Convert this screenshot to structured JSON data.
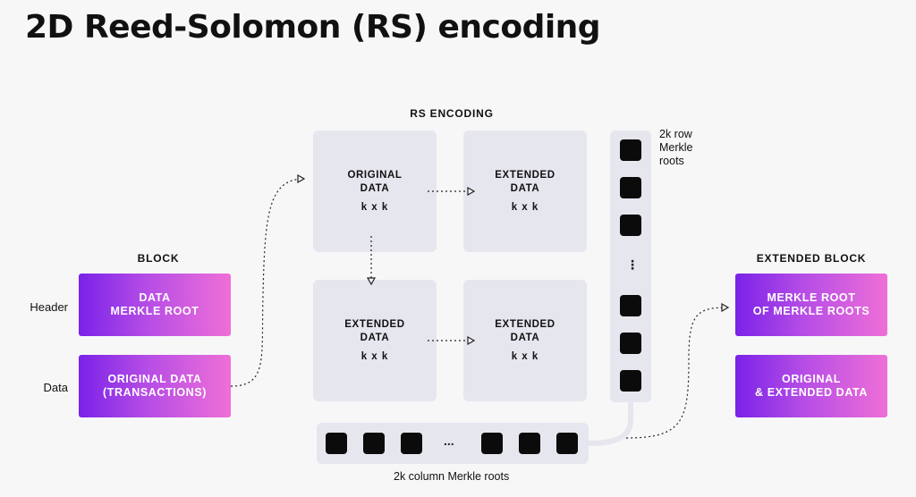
{
  "title": "2D Reed-Solomon (RS) encoding",
  "block": {
    "label": "BLOCK",
    "header_label": "Header",
    "data_label": "Data",
    "header_box": [
      "DATA",
      "MERKLE ROOT"
    ],
    "data_box": [
      "ORIGINAL DATA",
      "(TRANSACTIONS)"
    ]
  },
  "rs": {
    "label": "RS ENCODING",
    "original": [
      "ORIGINAL",
      "DATA"
    ],
    "extended_tr": [
      "EXTENDED",
      "DATA"
    ],
    "extended_bl": [
      "EXTENDED",
      "DATA"
    ],
    "extended_br": [
      "EXTENDED",
      "DATA"
    ],
    "dim": "k x k"
  },
  "row_roots": {
    "label_lines": [
      "2k row",
      "Merkle",
      "roots"
    ],
    "ellipsis": "⋮"
  },
  "column_roots": {
    "label": "2k column Merkle roots",
    "ellipsis": "..."
  },
  "extended_block": {
    "label": "EXTENDED BLOCK",
    "top_box": [
      "MERKLE ROOT",
      "OF MERKLE ROOTS"
    ],
    "bottom_box": [
      "ORIGINAL",
      "& EXTENDED DATA"
    ]
  },
  "colors": {
    "gradient_start": "#7a22e8",
    "gradient_end": "#ef6fd7",
    "panel": "#e6e6ef",
    "square": "#0b0b0b"
  }
}
